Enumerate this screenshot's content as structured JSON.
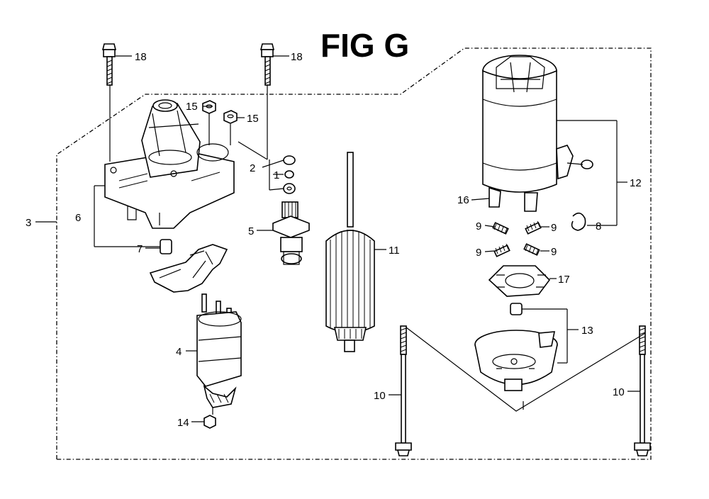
{
  "figure": {
    "title": "FIG G"
  },
  "callouts": [
    {
      "id": "c18a",
      "text": "18"
    },
    {
      "id": "c18b",
      "text": "18"
    },
    {
      "id": "c15a",
      "text": "15"
    },
    {
      "id": "c15b",
      "text": "15"
    },
    {
      "id": "c2",
      "text": "2"
    },
    {
      "id": "c1",
      "text": "1"
    },
    {
      "id": "c3",
      "text": "3"
    },
    {
      "id": "c6",
      "text": "6"
    },
    {
      "id": "c5",
      "text": "5"
    },
    {
      "id": "c7",
      "text": "7"
    },
    {
      "id": "c11",
      "text": "11"
    },
    {
      "id": "c4",
      "text": "4"
    },
    {
      "id": "c14",
      "text": "14"
    },
    {
      "id": "c12",
      "text": "12"
    },
    {
      "id": "c16",
      "text": "16"
    },
    {
      "id": "c8",
      "text": "8"
    },
    {
      "id": "c9a",
      "text": "9"
    },
    {
      "id": "c9b",
      "text": "9"
    },
    {
      "id": "c9c",
      "text": "9"
    },
    {
      "id": "c9d",
      "text": "9"
    },
    {
      "id": "c17",
      "text": "17"
    },
    {
      "id": "c13",
      "text": "13"
    },
    {
      "id": "c10a",
      "text": "10"
    },
    {
      "id": "c10b",
      "text": "10"
    }
  ]
}
